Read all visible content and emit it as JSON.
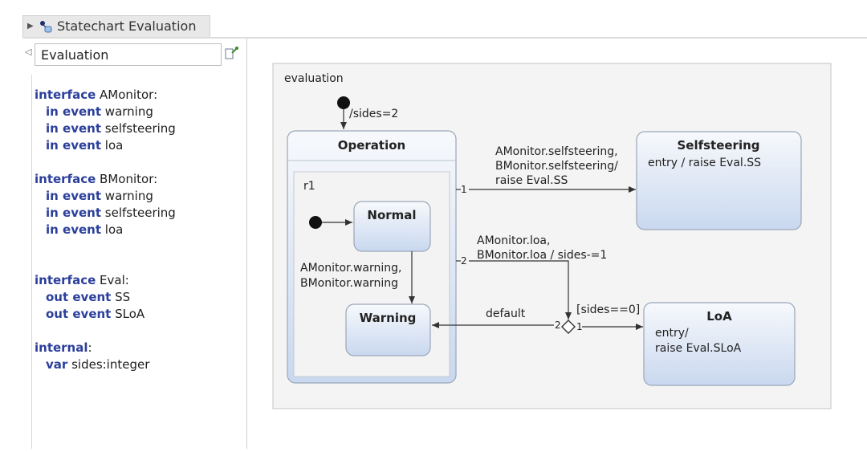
{
  "tab": {
    "title": "Statechart Evaluation",
    "arrow_icon": "triangle-right-icon",
    "icon": "statechart-icon"
  },
  "definition_pane": {
    "search_value": "Evaluation",
    "lines": [
      {
        "kw": "interface",
        "text": " AMonitor:",
        "indent": false
      },
      {
        "kw": "in event",
        "text": " warning",
        "indent": true
      },
      {
        "kw": "in event",
        "text": " selfsteering",
        "indent": true
      },
      {
        "kw": "in event",
        "text": " loa",
        "indent": true
      },
      {
        "kw": "",
        "text": "",
        "indent": false
      },
      {
        "kw": "interface",
        "text": " BMonitor:",
        "indent": false
      },
      {
        "kw": "in event",
        "text": " warning",
        "indent": true
      },
      {
        "kw": "in event",
        "text": " selfsteering",
        "indent": true
      },
      {
        "kw": "in event",
        "text": " loa",
        "indent": true
      },
      {
        "kw": "",
        "text": "",
        "indent": false
      },
      {
        "kw": "",
        "text": "",
        "indent": false
      },
      {
        "kw": "interface",
        "text": " Eval:",
        "indent": false
      },
      {
        "kw": "out event",
        "text": " SS",
        "indent": true
      },
      {
        "kw": "out event",
        "text": " SLoA",
        "indent": true
      },
      {
        "kw": "",
        "text": "",
        "indent": false
      },
      {
        "kw": "internal",
        "text": ":",
        "indent": false
      },
      {
        "kw": "var",
        "text": " sides:integer",
        "indent": true
      }
    ]
  },
  "diagram": {
    "region_name": "evaluation",
    "initial_label": "/sides=2",
    "operation": {
      "name": "Operation",
      "region": "r1"
    },
    "normal": {
      "name": "Normal"
    },
    "warning": {
      "name": "Warning"
    },
    "warning_transition": [
      "AMonitor.warning,",
      "BMonitor.warning"
    ],
    "selfsteering": {
      "name": "Selfsteering",
      "body": "entry / raise Eval.SS"
    },
    "selfsteering_transition": [
      "AMonitor.selfsteering,",
      "BMonitor.selfsteering/",
      "raise Eval.SS"
    ],
    "loa_transition": [
      "AMonitor.loa,",
      "BMonitor.loa / sides-=1"
    ],
    "loa": {
      "name": "LoA",
      "body": [
        "entry/",
        "raise Eval.SLoA"
      ]
    },
    "guard": "[sides==0]",
    "default_label": "default",
    "priorities": {
      "p1_top": "1",
      "p2_mid": "2",
      "choice_left": "2",
      "choice_right": "1"
    },
    "colors": {
      "keyword": "#2b3f9b",
      "state_fill_top": "#f7f9fc",
      "state_fill_bottom": "#c9d8ef",
      "state_border": "#9aa6b8"
    }
  }
}
